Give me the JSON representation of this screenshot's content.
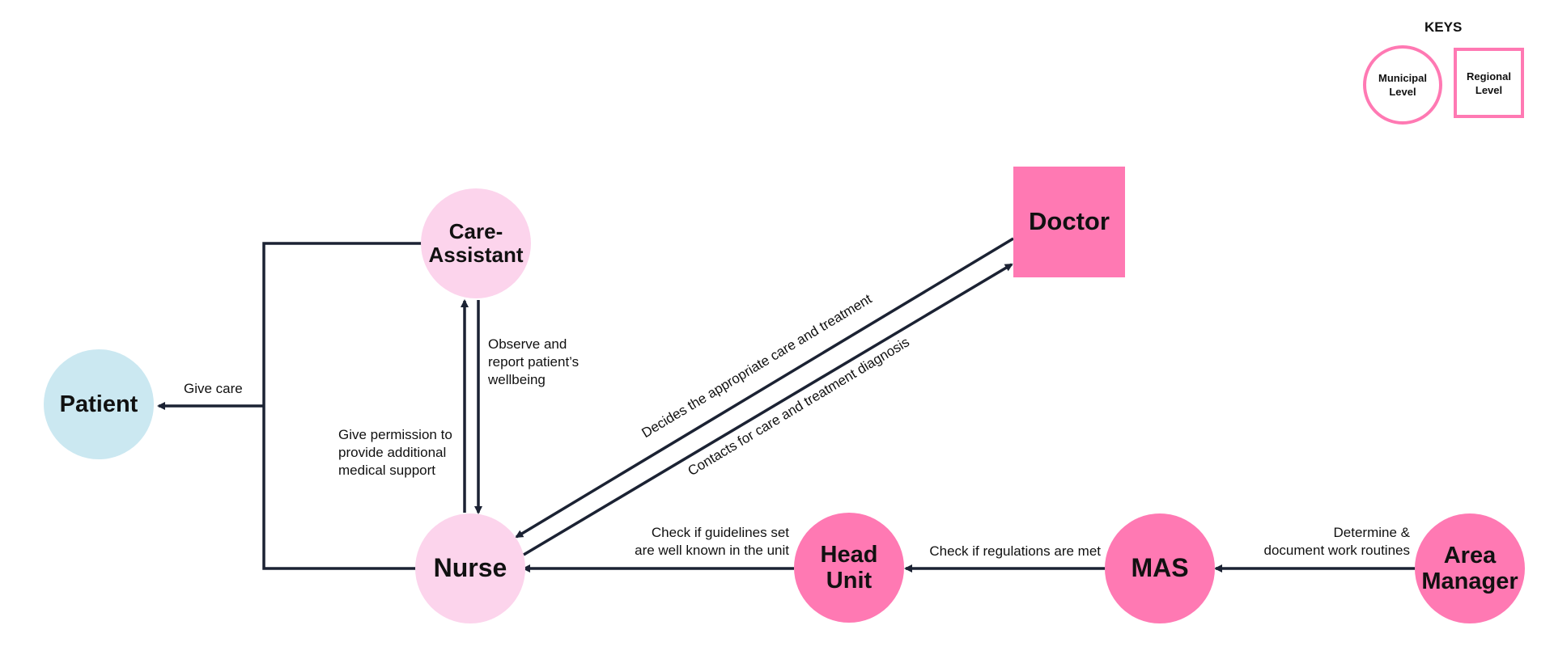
{
  "keys": {
    "title": "KEYS",
    "municipal": "Municipal\nLevel",
    "regional": "Regional\nLevel"
  },
  "nodes": {
    "patient": "Patient",
    "care_assistant": "Care-\nAssistant",
    "nurse": "Nurse",
    "doctor": "Doctor",
    "head_unit": "Head\nUnit",
    "mas": "MAS",
    "area_manager": "Area\nManager"
  },
  "edges": {
    "give_care": "Give care",
    "observe_report": "Observe and\nreport patient’s\nwellbeing",
    "give_permission": "Give permission to\nprovide additional\nmedical support",
    "decides_care": "Decides the appropriate care and treatment",
    "contacts_for_care": "Contacts for care and treatment diagnosis",
    "check_guidelines": "Check if guidelines set\nare well known in the unit",
    "check_regulations": "Check if regulations are met",
    "determine_routines": "Determine &\ndocument work routines"
  },
  "colors": {
    "patient": "#cbe8f1",
    "light_pink": "#fcd4ec",
    "hot_pink": "#ff79b3",
    "line": "#1b2233"
  }
}
